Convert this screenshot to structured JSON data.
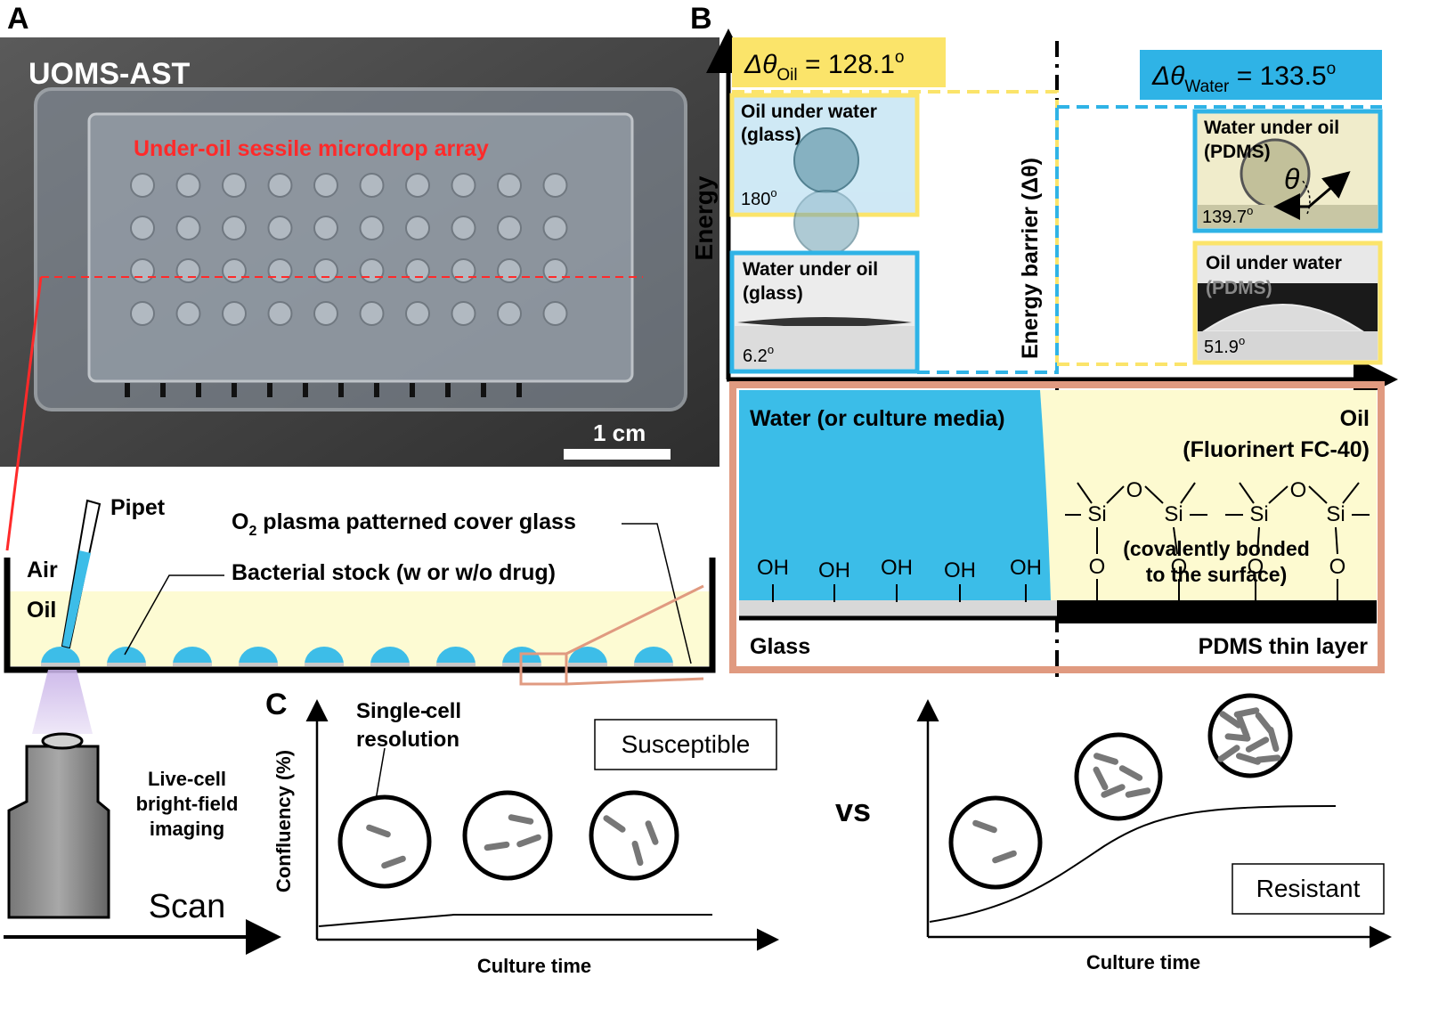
{
  "panel_a": {
    "letter": "A",
    "photo_title": "UOMS-AST",
    "photo_caption": "Under-oil sessile microdrop array",
    "scale_bar": "1 cm",
    "pipet": "Pipet",
    "cover_glass": "O",
    "cover_glass_sub": "2",
    "cover_glass_rest": " plasma patterned cover glass",
    "air": "Air",
    "oil": "Oil",
    "bacterial_stock": "Bacterial stock (w or w/o drug)",
    "imaging_1": "Live-cell",
    "imaging_2": "bright-field",
    "imaging_3": "imaging",
    "scan": "Scan",
    "colors": {
      "oil": "#fdfbd3",
      "drop": "#3dbde8",
      "photo_bg": "#555555",
      "zoom": "#e09a80"
    }
  },
  "panel_b": {
    "letter": "B",
    "energy_label": "Energy",
    "barrier_label": "Energy barrier (Δθ)",
    "delta_oil": {
      "pre": "Δθ",
      "sub": "Oil",
      "mid": " = 128.1",
      "sup": "o"
    },
    "delta_water": {
      "pre": "Δθ",
      "sub": "Water",
      "mid": " = 133.5",
      "sup": "o"
    },
    "insets": {
      "oil_glass": {
        "line1": "Oil under water",
        "line2": "(glass)",
        "angle": "180",
        "sup": "o"
      },
      "water_glass": {
        "line1": "Water under oil",
        "line2": "(glass)",
        "angle": "6.2",
        "sup": "o"
      },
      "water_pdms": {
        "line1": "Water under oil",
        "line2": "(PDMS)",
        "angle": "139.7",
        "sup": "o",
        "theta": "θ"
      },
      "oil_pdms": {
        "line1": "Oil under water",
        "line2": "(PDMS)",
        "angle": "51.9",
        "sup": "o"
      }
    },
    "surface": {
      "water_label": "Water (or culture media)",
      "oil_label_1": "Oil",
      "oil_label_2": "(Fluorinert FC-40)",
      "oh": "OH",
      "si": "Si",
      "o": "O",
      "bond_1": "(covalently bonded",
      "bond_2": "to the surface)",
      "glass": "Glass",
      "pdms": "PDMS thin layer"
    },
    "colors": {
      "yellow": "#fbe46a",
      "blue": "#2fb3e6",
      "water": "#3bbde8",
      "oil": "#fdfad0",
      "frame": "#e09a80"
    }
  },
  "panel_c": {
    "letter": "C",
    "single_cell_1": "Single-",
    "single_cell_2": "cell",
    "single_cell_3": "resolution",
    "ylabel": "Confluency (%)",
    "xlabel_left": "Culture time",
    "xlabel_right": "Culture time",
    "susceptible": "Susceptible",
    "resistant": "Resistant",
    "vs": "vs"
  }
}
